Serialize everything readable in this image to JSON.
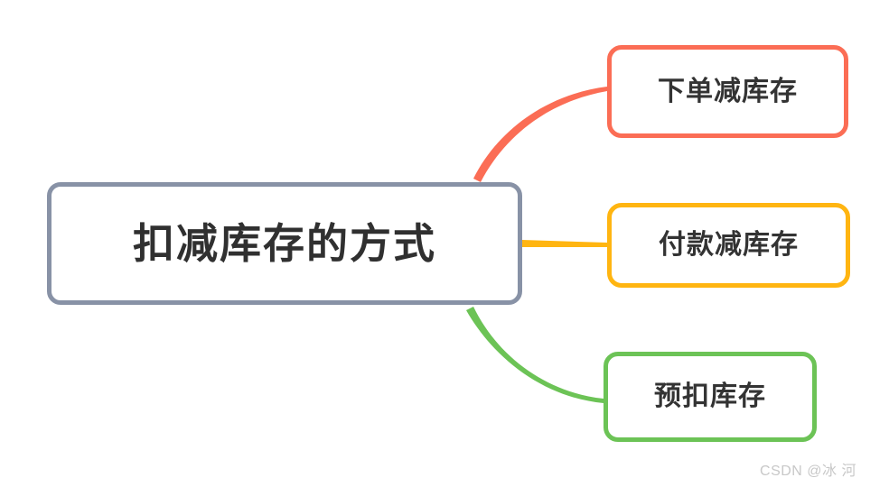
{
  "diagram": {
    "type": "mindmap",
    "orientation": "left-to-right",
    "root": {
      "label": "扣减库存的方式",
      "border_color": "#8892A6",
      "fill_color": "#FFFFFF",
      "text_color": "#303030"
    },
    "branches": [
      {
        "label": "下单减库存",
        "border_color": "#FB6D55",
        "connector_color": "#FB6D55",
        "connector_shape": "curve-up",
        "fill_color": "#FFFFFF",
        "text_color": "#333333"
      },
      {
        "label": "付款减库存",
        "border_color": "#FFB511",
        "connector_color": "#FFB511",
        "connector_shape": "straight",
        "fill_color": "#FFFFFF",
        "text_color": "#333333"
      },
      {
        "label": "预扣库存",
        "border_color": "#6CC356",
        "connector_color": "#6CC356",
        "connector_shape": "curve-down",
        "fill_color": "#FFFFFF",
        "text_color": "#333333"
      }
    ]
  },
  "watermark": {
    "text": "CSDN @冰 河",
    "color": "#C8C8C8"
  }
}
